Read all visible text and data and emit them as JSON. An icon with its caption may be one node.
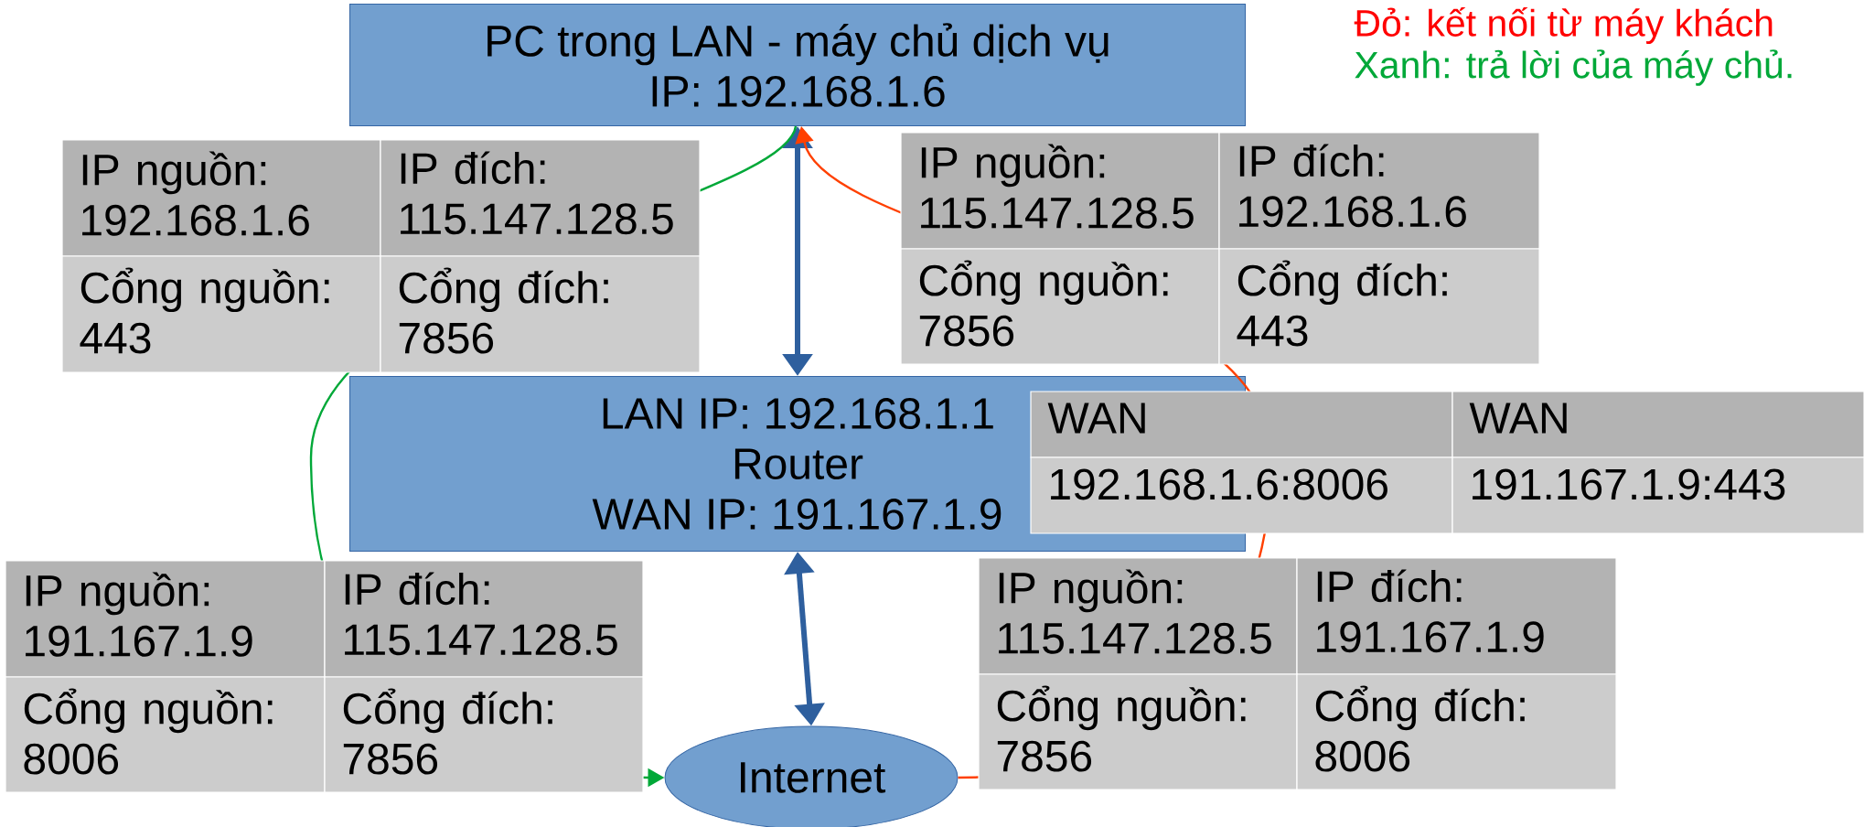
{
  "diagram": {
    "nodes": [
      {
        "text": [
          "PC trong LAN - máy chủ dịch vụ",
          "IP: 192.168.1.6"
        ]
      },
      {
        "text": [
          "LAN IP: 192.168.1.1",
          "Router",
          "WAN IP: 191.167.1.9"
        ]
      },
      {
        "text": [
          "Internet"
        ]
      }
    ],
    "edges": [
      {
        "from": 0,
        "to": 1,
        "arrow": "both",
        "style": "thick",
        "color": "#2e5f9e"
      },
      {
        "from": 1,
        "to": 2,
        "arrow": "both",
        "style": "thick",
        "color": "#2e5f9e"
      },
      {
        "from": 0,
        "to": 2,
        "arrow": "to",
        "color": "#00a838"
      },
      {
        "from": 2,
        "to": 0,
        "arrow": "to",
        "color": "#ff4000"
      }
    ],
    "labels": [
      "IP nguồn: 192.168.1.6",
      "IP đích: 115.147.128.5",
      "Cổng nguồn: 443",
      "Cổng đích: 7856",
      "IP nguồn: 115.147.128.5",
      "IP đích: 192.168.1.6",
      "Cổng nguồn: 7856",
      "Cổng đích: 443",
      "WAN",
      "WAN",
      "192.168.1.6:8006",
      "191.167.1.9:443",
      "IP nguồn: 191.167.1.9",
      "IP đích: 115.147.128.5",
      "Cổng nguồn: 8006",
      "Cổng đích: 7856",
      "IP nguồn: 115.147.128.5",
      "IP đích: 191.167.1.9",
      "Cổng nguồn: 7856",
      "Cổng đích: 8006"
    ],
    "legend": [
      {
        "text": "Đỏ: kết nối từ máy khách",
        "color": "#ff0000"
      },
      {
        "text": "Xanh: trả lời của máy chủ.",
        "color": "#00a838"
      }
    ]
  }
}
